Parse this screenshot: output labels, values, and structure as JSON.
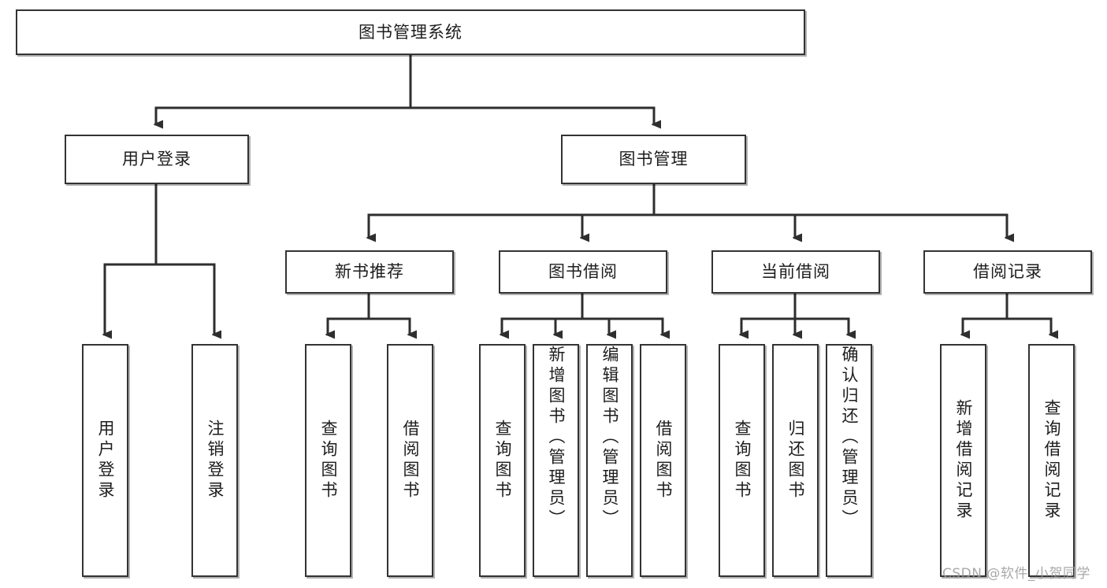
{
  "diagram": {
    "title": "图书管理系统",
    "type": "tree-hierarchy",
    "root": {
      "label": "图书管理系统"
    },
    "level1": [
      {
        "label": "用户登录"
      },
      {
        "label": "图书管理"
      }
    ],
    "level2": [
      {
        "label": "新书推荐",
        "parent": "图书管理"
      },
      {
        "label": "图书借阅",
        "parent": "图书管理"
      },
      {
        "label": "当前借阅",
        "parent": "图书管理"
      },
      {
        "label": "借阅记录",
        "parent": "图书管理"
      }
    ],
    "leaves": {
      "user_login": [
        {
          "label": "用户登录"
        },
        {
          "label": "注销登录"
        }
      ],
      "new_book_recommend": [
        {
          "label": "查询图书"
        },
        {
          "label": "借阅图书"
        }
      ],
      "book_borrow": [
        {
          "label": "查询图书"
        },
        {
          "label": "新增图书（管理员）"
        },
        {
          "label": "编辑图书（管理员）"
        },
        {
          "label": "借阅图书"
        }
      ],
      "current_borrow": [
        {
          "label": "查询图书"
        },
        {
          "label": "归还图书"
        },
        {
          "label": "确认归还（管理员）"
        }
      ],
      "borrow_record": [
        {
          "label": "新增借阅记录"
        },
        {
          "label": "查询借阅记录"
        }
      ]
    }
  },
  "watermark": {
    "text": "CSDN @软件_小贺同学"
  },
  "colors": {
    "border": "#333333",
    "background": "#ffffff",
    "text": "#1d1d1d",
    "wire": "#2e2e2e",
    "watermark": "#9a9a9a"
  }
}
